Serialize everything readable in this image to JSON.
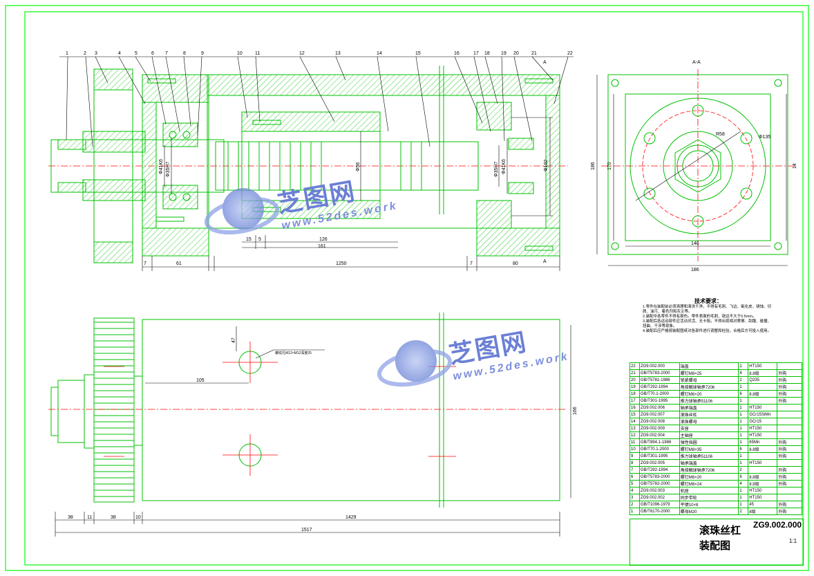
{
  "drawing": {
    "section_label": "A-A",
    "section_mark": "A",
    "part_numbers": [
      "1",
      "2",
      "3",
      "4",
      "5",
      "6",
      "7",
      "8",
      "9",
      "10",
      "11",
      "12",
      "13",
      "14",
      "15",
      "16",
      "17",
      "18",
      "19",
      "20",
      "21",
      "22"
    ],
    "top_view_dims": {
      "d1": "7",
      "d2": "61",
      "d3": "1250",
      "d4": "7",
      "d5": "80",
      "d6": "15",
      "d7": "5",
      "d8": "126",
      "d9": "161",
      "dia1": "Φ41K6",
      "dia2": "Φ35H7",
      "dia3": "Φ56",
      "dia4": "Φ35H7",
      "dia5": "Φ41K6",
      "dia6": "Φ102"
    },
    "side_view_dims": {
      "w1": "146",
      "w2": "186",
      "h1": "170",
      "h2": "186",
      "h3": "14",
      "r1": "R58",
      "r2": "Φ135"
    },
    "front_view_dims": {
      "d1": "47",
      "d2": "105",
      "a": "38",
      "b": "11",
      "c": "38",
      "d": "10",
      "e": "1429",
      "total": "1517",
      "h": "166"
    },
    "note_label": "螺纹孔M12×M12深度25"
  },
  "tech_requirements": {
    "title": "技术要求：",
    "items": [
      "1.零件在装配前必须清理和清洗干净，不得有毛刺、飞边、氧化皮、锈蚀、切屑、油污、着色剂和灰尘等。",
      "2.装配中各零件不得有损伤。零件表面的毛刺、锐边不大于0.5mm。",
      "3.装配后各运动部件应活动灵活、无卡阻，不得出现相对摩擦、刮蹭、碰撞、扭曲、干涉等现象。",
      "4.装配后应严格按装配图纸对各部件进行调整和检验，合格后方可投入使用。"
    ]
  },
  "bom": [
    {
      "no": "22",
      "code": "ZG9.002.000",
      "name": "端盖",
      "qty": "1",
      "mat": "HT150",
      "note": ""
    },
    {
      "no": "21",
      "code": "GB/T5783-2000",
      "name": "螺钉M8×25",
      "qty": "4",
      "mat": "8.8级",
      "note": "外购"
    },
    {
      "no": "20",
      "code": "GB/T5781-1986",
      "name": "锁紧螺母",
      "qty": "2",
      "mat": "Q235",
      "note": "外购"
    },
    {
      "no": "19",
      "code": "GB/T292-1994",
      "name": "角接触球轴承7206",
      "qty": "1",
      "mat": "",
      "note": "外购"
    },
    {
      "no": "18",
      "code": "GB/T70.1-2000",
      "name": "螺钉M6×20",
      "qty": "6",
      "mat": "8.8级",
      "note": "外购"
    },
    {
      "no": "17",
      "code": "GB/T301-1995",
      "name": "推力球轴承51106",
      "qty": "1",
      "mat": "",
      "note": "外购"
    },
    {
      "no": "16",
      "code": "ZG9.002.006",
      "name": "轴承端盖",
      "qty": "1",
      "mat": "HT150",
      "note": ""
    },
    {
      "no": "15",
      "code": "ZG9.002.007",
      "name": "滚珠丝杠",
      "qty": "1",
      "mat": "GCr15SiMn",
      "note": ""
    },
    {
      "no": "14",
      "code": "ZG9.002.008",
      "name": "滚珠螺母",
      "qty": "1",
      "mat": "GCr15",
      "note": ""
    },
    {
      "no": "13",
      "code": "ZG9.002.009",
      "name": "支座",
      "qty": "1",
      "mat": "HT150",
      "note": ""
    },
    {
      "no": "12",
      "code": "ZG9.002.004",
      "name": "主轴座",
      "qty": "1",
      "mat": "HT150",
      "note": ""
    },
    {
      "no": "11",
      "code": "GB/T894.1-1986",
      "name": "弹性挡圈",
      "qty": "1",
      "mat": "65Mn",
      "note": "外购"
    },
    {
      "no": "10",
      "code": "GB/T70.1-2000",
      "name": "螺钉M8×35",
      "qty": "6",
      "mat": "8.8级",
      "note": "外购"
    },
    {
      "no": "9",
      "code": "GB/T301-1995",
      "name": "推力球轴承51106",
      "qty": "1",
      "mat": "",
      "note": "外购"
    },
    {
      "no": "8",
      "code": "ZG9.002.005",
      "name": "轴承端盖",
      "qty": "1",
      "mat": "HT150",
      "note": ""
    },
    {
      "no": "7",
      "code": "GB/T292-1994",
      "name": "角接触球轴承7206",
      "qty": "2",
      "mat": "",
      "note": "外购"
    },
    {
      "no": "6",
      "code": "GB/T5783-2000",
      "name": "螺钉M6×20",
      "qty": "6",
      "mat": "8.8级",
      "note": "外购"
    },
    {
      "no": "5",
      "code": "GB/T5782-2000",
      "name": "螺钉M8×24",
      "qty": "4",
      "mat": "8.8级",
      "note": "外购"
    },
    {
      "no": "4",
      "code": "ZG9.002.003",
      "name": "机座",
      "qty": "1",
      "mat": "HT150",
      "note": ""
    },
    {
      "no": "3",
      "code": "ZG9.002.002",
      "name": "同步带轮",
      "qty": "1",
      "mat": "HT150",
      "note": ""
    },
    {
      "no": "2",
      "code": "GB/T1096-1979",
      "name": "平键10×8",
      "qty": "1",
      "mat": "45",
      "note": "外购"
    },
    {
      "no": "1",
      "code": "GB/T6170-2000",
      "name": "螺母M20",
      "qty": "2",
      "mat": "8级",
      "note": "外购"
    }
  ],
  "title_block": {
    "name_line1": "滚珠丝杠",
    "name_line2": "装配图",
    "code": "ZG9.002.000",
    "scale": "1:1"
  },
  "watermark": {
    "cn": "芝图网",
    "en": "www.52des.work"
  }
}
